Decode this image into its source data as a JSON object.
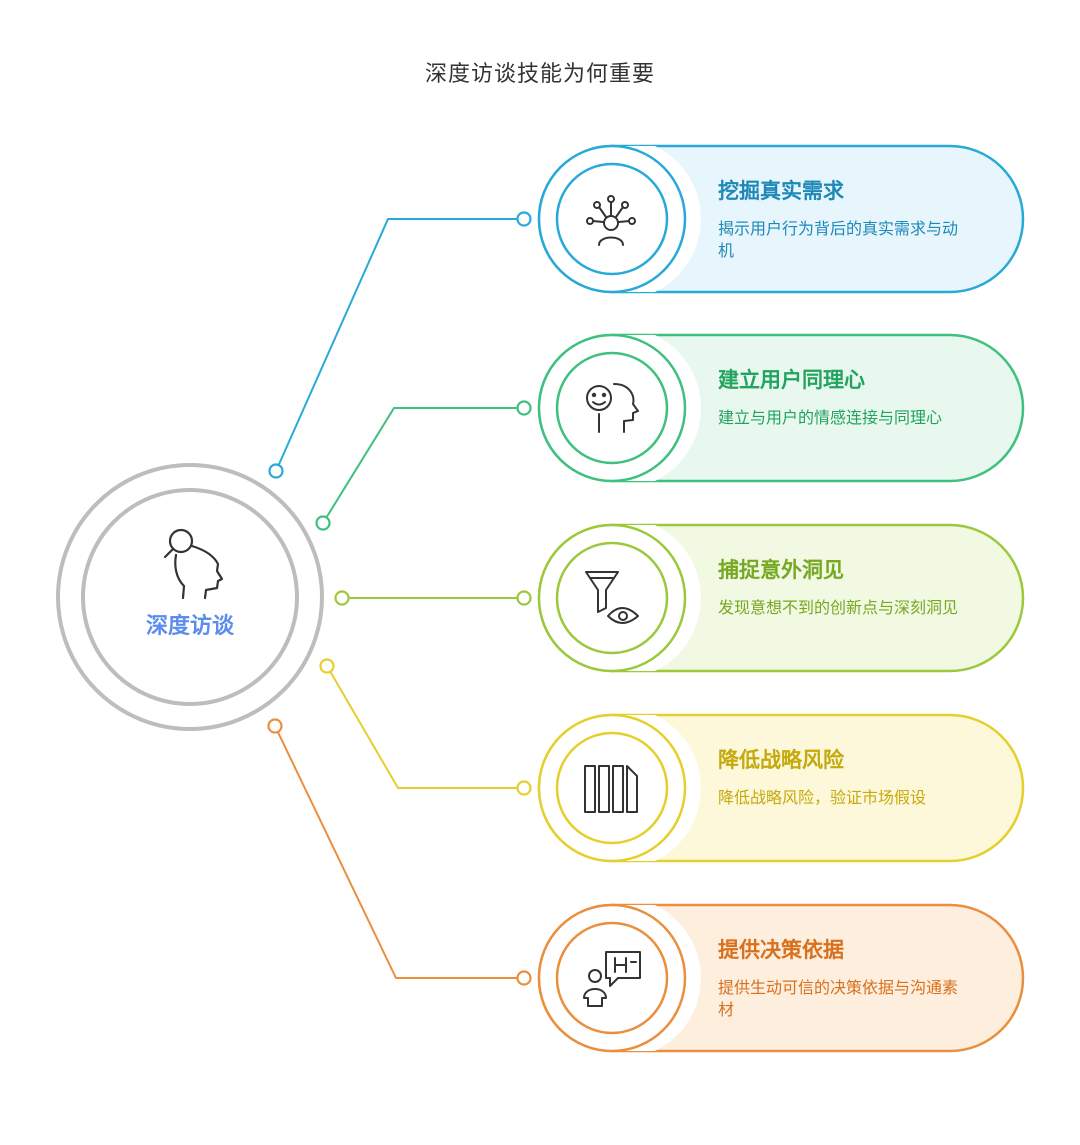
{
  "title": "深度访谈技能为何重要",
  "center": {
    "label": "深度访谈",
    "icon": "person-magnifier-icon"
  },
  "items": [
    {
      "title": "挖掘真实需求",
      "desc": "揭示用户行为背后的真实需求与动机",
      "icon": "person-network-icon",
      "color": "#29a9d8",
      "fill": "#e6f6fc",
      "text_color": "#1e88b7"
    },
    {
      "title": "建立用户同理心",
      "desc": "建立与用户的情感连接与同理心",
      "icon": "face-empathy-icon",
      "color": "#3fc07e",
      "fill": "#e8f8ef",
      "text_color": "#22a35e"
    },
    {
      "title": "捕捉意外洞见",
      "desc": "发现意想不到的创新点与深刻洞见",
      "icon": "funnel-eye-icon",
      "color": "#9cc83c",
      "fill": "#f2f9e3",
      "text_color": "#76a821"
    },
    {
      "title": "降低战略风险",
      "desc": "降低战略风险，验证市场假设",
      "icon": "pillars-icon",
      "color": "#e5cf2c",
      "fill": "#fcf8d9",
      "text_color": "#c5a90d"
    },
    {
      "title": "提供决策依据",
      "desc": "提供生动可信的决策依据与沟通素材",
      "icon": "person-presentation-icon",
      "color": "#ea8f3d",
      "fill": "#fdeede",
      "text_color": "#d9701d"
    }
  ]
}
